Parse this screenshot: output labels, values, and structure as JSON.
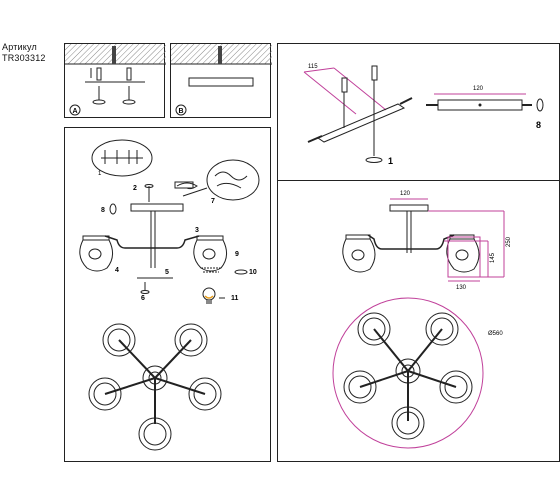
{
  "header": {
    "article_label": "Артикул",
    "article_code": "TR303312"
  },
  "mounting": {
    "panel_a": "A",
    "panel_b": "B"
  },
  "assembly": {
    "steps": [
      "1",
      "2",
      "3",
      "4",
      "5",
      "6",
      "7",
      "8",
      "9",
      "10",
      "11"
    ]
  },
  "bracket": {
    "dim_115": "115",
    "dim_120": "120",
    "step_1": "1",
    "step_8": "8"
  },
  "dimensions": {
    "width": "120",
    "h250": "250",
    "h145": "145",
    "d130": "130",
    "diameter": "Ø560"
  },
  "colors": {
    "line": "#222222",
    "dimension": "#c0409a",
    "bulb": "#e8a020"
  }
}
